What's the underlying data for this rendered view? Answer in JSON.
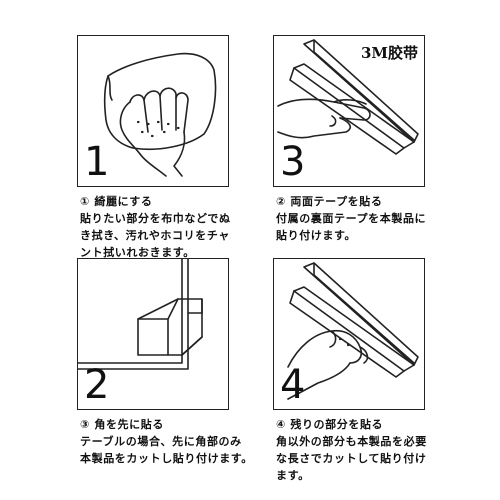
{
  "steps": [
    {
      "number": "1",
      "caption": {
        "heading": "① 綺麗にする",
        "lines": [
          "貼りたい部分を布巾などでぬ",
          "き拭き、汚れやホコリをチャ",
          "ント拭いれおきます。"
        ]
      },
      "icons": [
        "hand-wiping-cloth-icon"
      ]
    },
    {
      "number": "3",
      "tape_label": "3M胶带",
      "caption": {
        "heading": "② 両面テープを貼る",
        "lines": [
          "付属の裏面テープを本製品に",
          "貼り付けます。"
        ]
      },
      "icons": [
        "hand-peeling-tape-icon"
      ]
    },
    {
      "number": "2",
      "caption": {
        "heading": "③ 角を先に貼る",
        "lines": [
          "テーブルの場合、先に角部のみ",
          "本製品をカットし貼り付けます。"
        ]
      },
      "icons": [
        "table-corner-guard-icon"
      ]
    },
    {
      "number": "4",
      "caption": {
        "heading": "④ 残りの部分を貼る",
        "lines": [
          "角以外の部分も本製品を必要",
          "な長さでカットして貼り付け",
          "ます。"
        ]
      },
      "icons": [
        "hand-pressing-strip-icon"
      ]
    }
  ],
  "colors": {
    "line": "#222222",
    "background": "#ffffff",
    "text": "#111111"
  }
}
